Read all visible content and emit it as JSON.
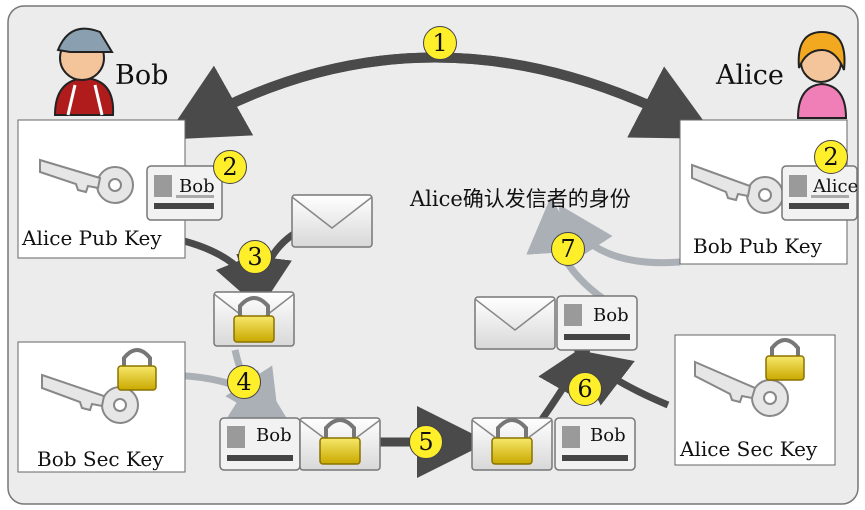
{
  "people": {
    "bob": "Bob",
    "alice": "Alice"
  },
  "keys": {
    "alice_pub": "Alice Pub Key",
    "bob_pub": "Bob Pub Key",
    "bob_sec": "Bob Sec Key",
    "alice_sec": "Alice Sec Key"
  },
  "cards": {
    "bob_card_left": "Bob",
    "alice_card_right": "Alice",
    "bob_card_bottom": "Bob",
    "bob_card_mid": "Bob",
    "bob_card_right": "Bob"
  },
  "steps": [
    "1",
    "2",
    "2",
    "3",
    "4",
    "5",
    "6",
    "7"
  ],
  "verify_text": "Alice确认发信者的身份",
  "colors": {
    "badge": "#ffee2a",
    "arrow_dark": "#4a4a4a",
    "arrow_light": "#aab0b6",
    "panel": "#ececec"
  }
}
